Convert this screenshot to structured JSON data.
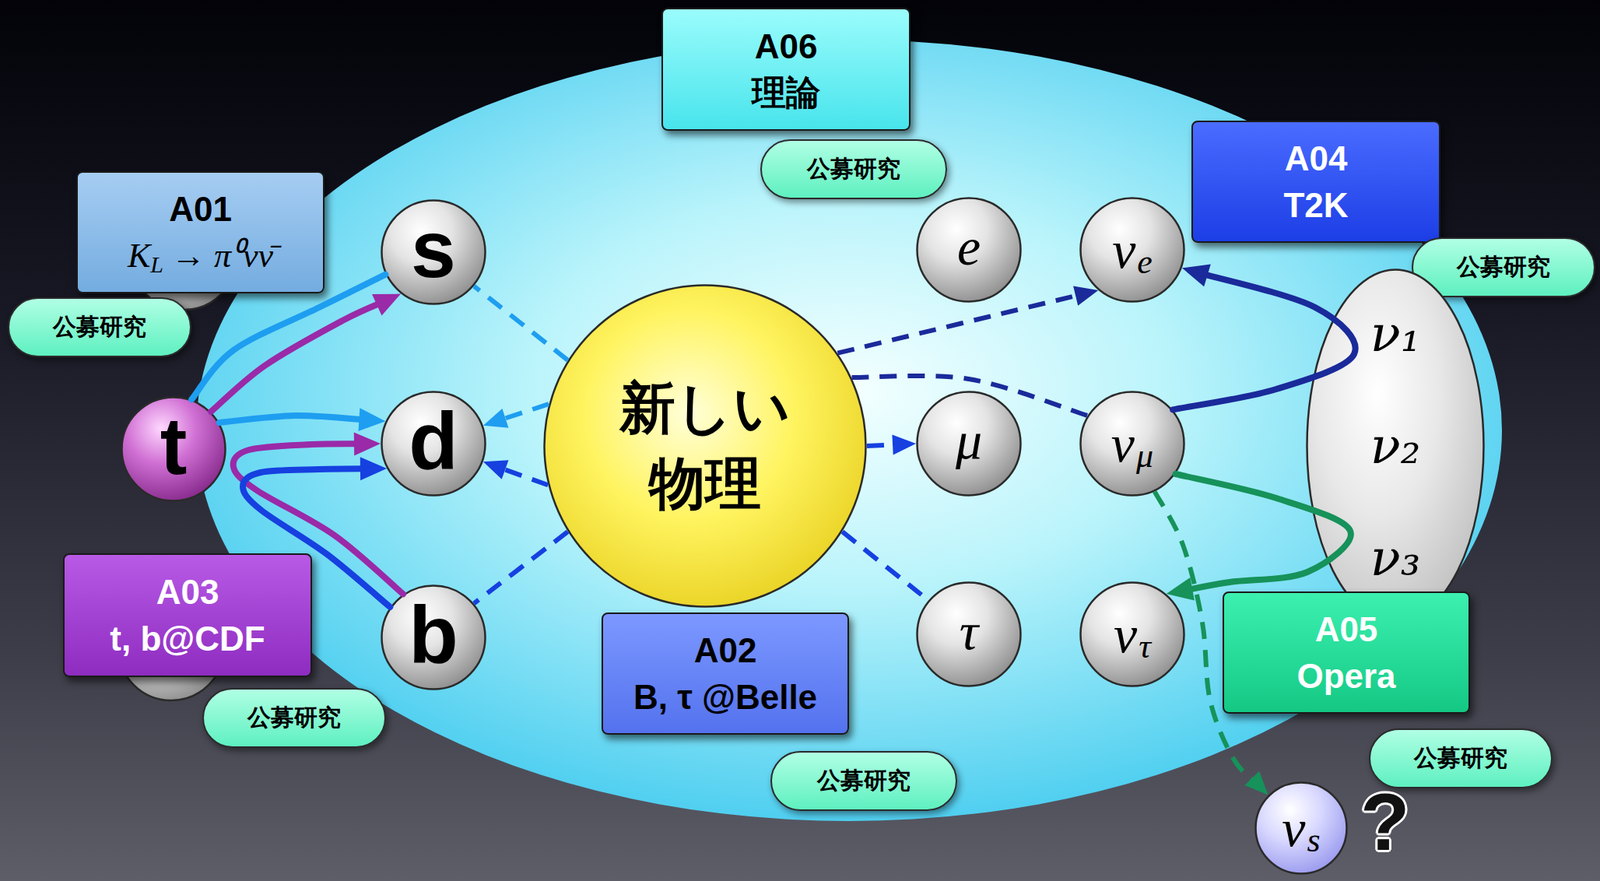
{
  "diagram": {
    "nodes": [
      {
        "text": [
          "A06",
          "理論"
        ]
      },
      {
        "text": [
          "公募研究"
        ]
      },
      {
        "text": [
          "A01",
          "K",
          "L",
          "→ π⁰νν̄"
        ]
      },
      {
        "text": [
          "A04",
          "T2K"
        ]
      },
      {
        "text": [
          "公募研究"
        ]
      },
      {
        "text": [
          "s"
        ]
      },
      {
        "text": [
          "e"
        ]
      },
      {
        "text": [
          "ν",
          "e"
        ]
      },
      {
        "text": [
          "公募研究"
        ]
      },
      {
        "text": [
          "ν₁",
          "ν₂",
          "ν₃"
        ]
      },
      {
        "text": [
          "t"
        ]
      },
      {
        "text": [
          "d"
        ]
      },
      {
        "text": [
          "新しい 物理"
        ]
      },
      {
        "text": [
          "μ"
        ]
      },
      {
        "text": [
          "ν",
          "μ"
        ]
      },
      {
        "text": [
          "A03",
          "t, b@CDF"
        ]
      },
      {
        "text": [
          "b"
        ]
      },
      {
        "text": [
          "A02",
          "B, τ @Belle"
        ]
      },
      {
        "text": [
          "τ"
        ]
      },
      {
        "text": [
          "ν",
          "τ"
        ]
      },
      {
        "text": [
          "A05",
          "Opera"
        ]
      },
      {
        "text": [
          "公募研究"
        ]
      },
      {
        "text": [
          "公募研究"
        ]
      },
      {
        "text": [
          "公募研究"
        ]
      },
      {
        "text": [
          "ν",
          "s"
        ]
      }
    ],
    "edges": [
      {
        "from": 10,
        "to": 5,
        "arrow": "none"
      },
      {
        "from": 10,
        "to": 5,
        "arrow": "to"
      },
      {
        "from": 10,
        "to": 11,
        "arrow": "to"
      },
      {
        "from": 16,
        "to": 11,
        "arrow": "to"
      },
      {
        "from": 16,
        "to": 11,
        "arrow": "to"
      },
      {
        "from": 12,
        "to": 5,
        "arrow": "none"
      },
      {
        "from": 12,
        "to": 11,
        "arrow": "to"
      },
      {
        "from": 12,
        "to": 11,
        "arrow": "to"
      },
      {
        "from": 12,
        "to": 16,
        "arrow": "none"
      },
      {
        "from": 12,
        "to": 13,
        "arrow": "to"
      },
      {
        "from": 12,
        "to": 18,
        "arrow": "none"
      },
      {
        "from": 12,
        "to": 7,
        "arrow": "to"
      },
      {
        "from": 12,
        "to": 14,
        "arrow": "none"
      },
      {
        "from": 14,
        "to": 7,
        "arrow": "to"
      },
      {
        "from": 14,
        "to": 19,
        "arrow": "to"
      },
      {
        "from": 14,
        "to": 24,
        "arrow": "to"
      }
    ],
    "labels": [
      "?"
    ]
  }
}
